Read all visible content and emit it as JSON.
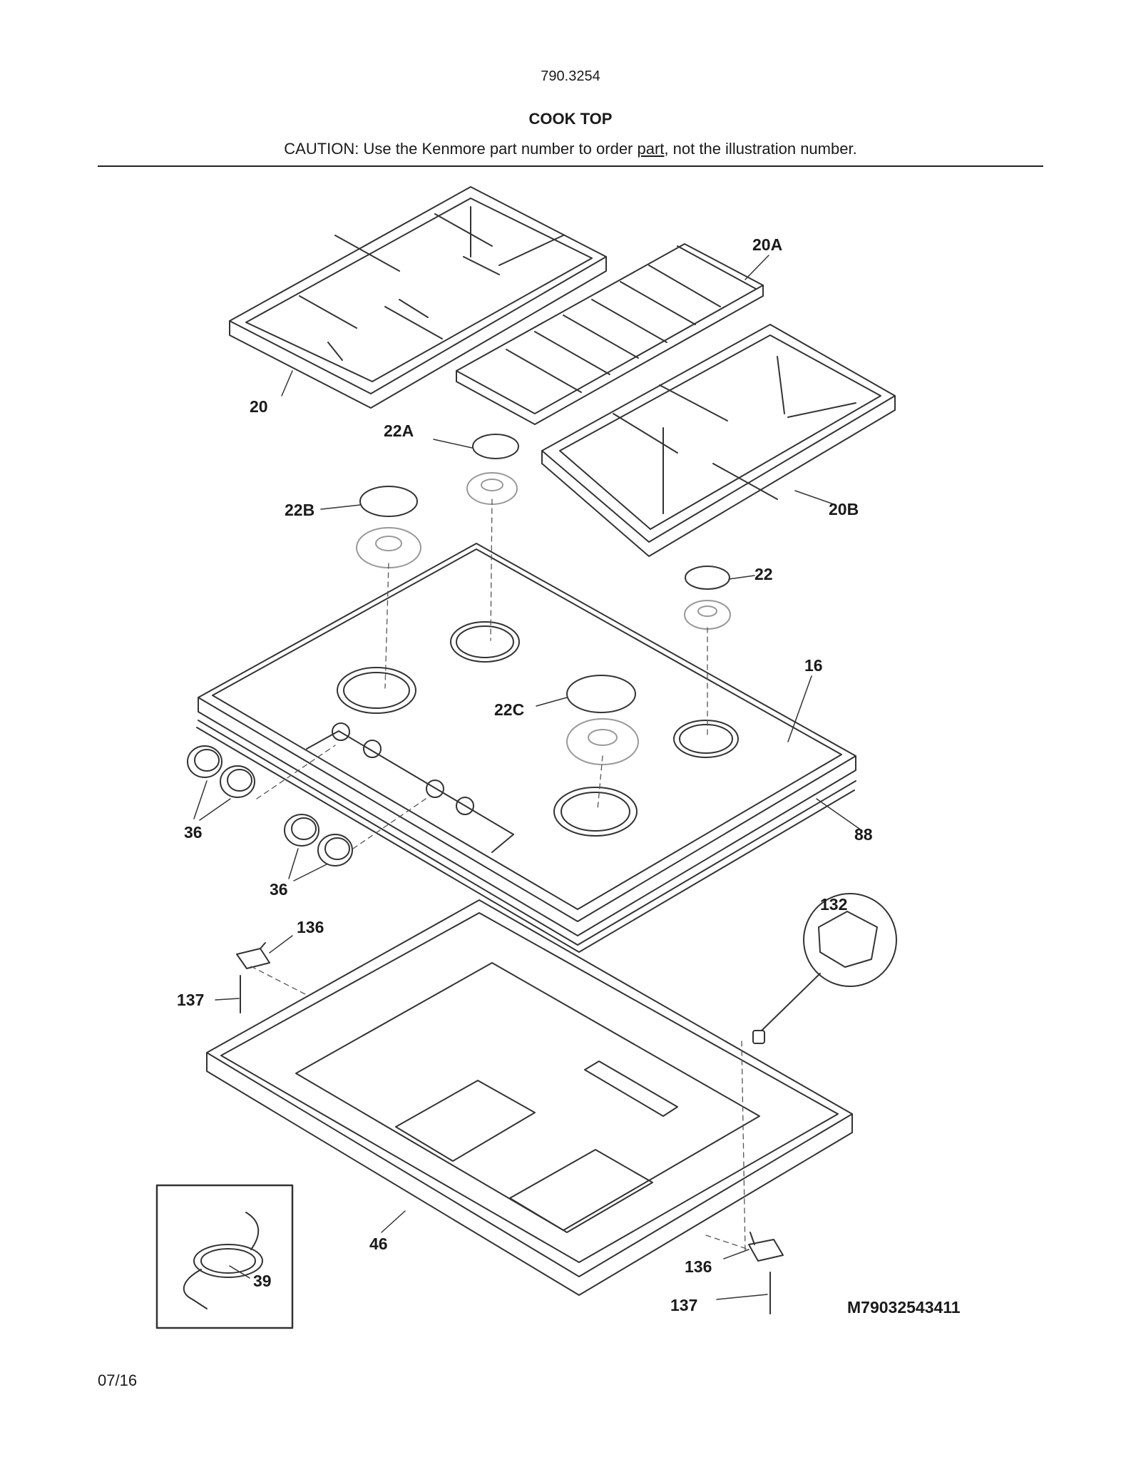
{
  "header": {
    "model_number": "790.3254",
    "title": "COOK TOP",
    "caution_prefix": "CAUTION: Use the Kenmore part number to order ",
    "caution_underlined": "part",
    "caution_suffix": ", not the illustration number."
  },
  "callouts": [
    "20A",
    "20",
    "22A",
    "22B",
    "20B",
    "22",
    "16",
    "22C",
    "36",
    "88",
    "36",
    "132",
    "136",
    "137",
    "46",
    "39",
    "136",
    "137"
  ],
  "figure_id": "M79032543411",
  "footer": {
    "date": "07/16"
  }
}
